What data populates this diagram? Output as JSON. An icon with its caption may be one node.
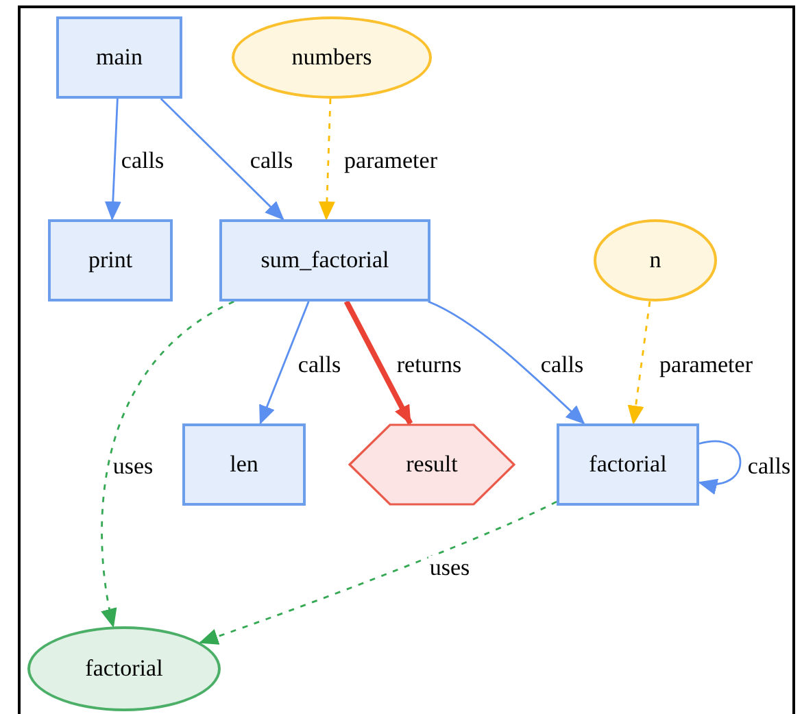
{
  "diagram": {
    "nodes": [
      {
        "text": [
          "main"
        ]
      },
      {
        "text": [
          "numbers"
        ]
      },
      {
        "text": [
          "print"
        ]
      },
      {
        "text": [
          "sum_factorial"
        ]
      },
      {
        "text": [
          "n"
        ]
      },
      {
        "text": [
          "len"
        ]
      },
      {
        "text": [
          "result"
        ]
      },
      {
        "text": [
          "factorial"
        ]
      },
      {
        "text": [
          "factorial"
        ]
      }
    ],
    "edges": [
      {
        "from": 0,
        "to": 2,
        "arrow": "to",
        "label": "calls"
      },
      {
        "from": 0,
        "to": 3,
        "arrow": "to",
        "label": "calls"
      },
      {
        "from": 1,
        "to": 3,
        "arrow": "to",
        "label": "parameter",
        "style": "dashed",
        "color": "#fbbc04"
      },
      {
        "from": 3,
        "to": 5,
        "arrow": "to",
        "label": "calls"
      },
      {
        "from": 3,
        "to": 6,
        "arrow": "to",
        "label": "returns",
        "style": "thick",
        "color": "#ea4335"
      },
      {
        "from": 3,
        "to": 7,
        "arrow": "to",
        "label": "calls"
      },
      {
        "from": 4,
        "to": 7,
        "arrow": "to",
        "label": "parameter",
        "style": "dashed",
        "color": "#fbbc04"
      },
      {
        "from": 7,
        "to": 7,
        "arrow": "to",
        "label": "calls"
      },
      {
        "from": 3,
        "to": 8,
        "arrow": "to",
        "label": "uses",
        "style": "dashed",
        "color": "#34a853"
      },
      {
        "from": 7,
        "to": 8,
        "arrow": "to",
        "label": "uses",
        "style": "dashed",
        "color": "#34a853"
      }
    ]
  }
}
